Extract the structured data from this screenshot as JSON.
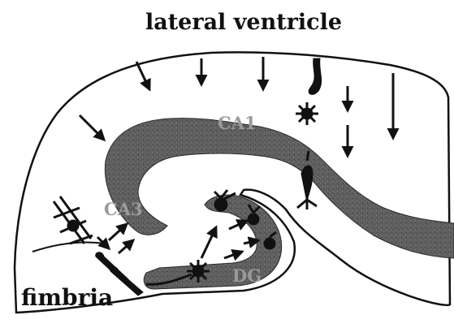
{
  "labels": {
    "title": "lateral ventricle",
    "ca1": "CA1",
    "ca3": "CA3",
    "dg": "DG",
    "fimbria": "fimbria"
  },
  "colors": {
    "ink": "#111111",
    "band_fill": "#5e5e5e",
    "band_label": "#9a9a9a",
    "background": "#ffffff"
  }
}
